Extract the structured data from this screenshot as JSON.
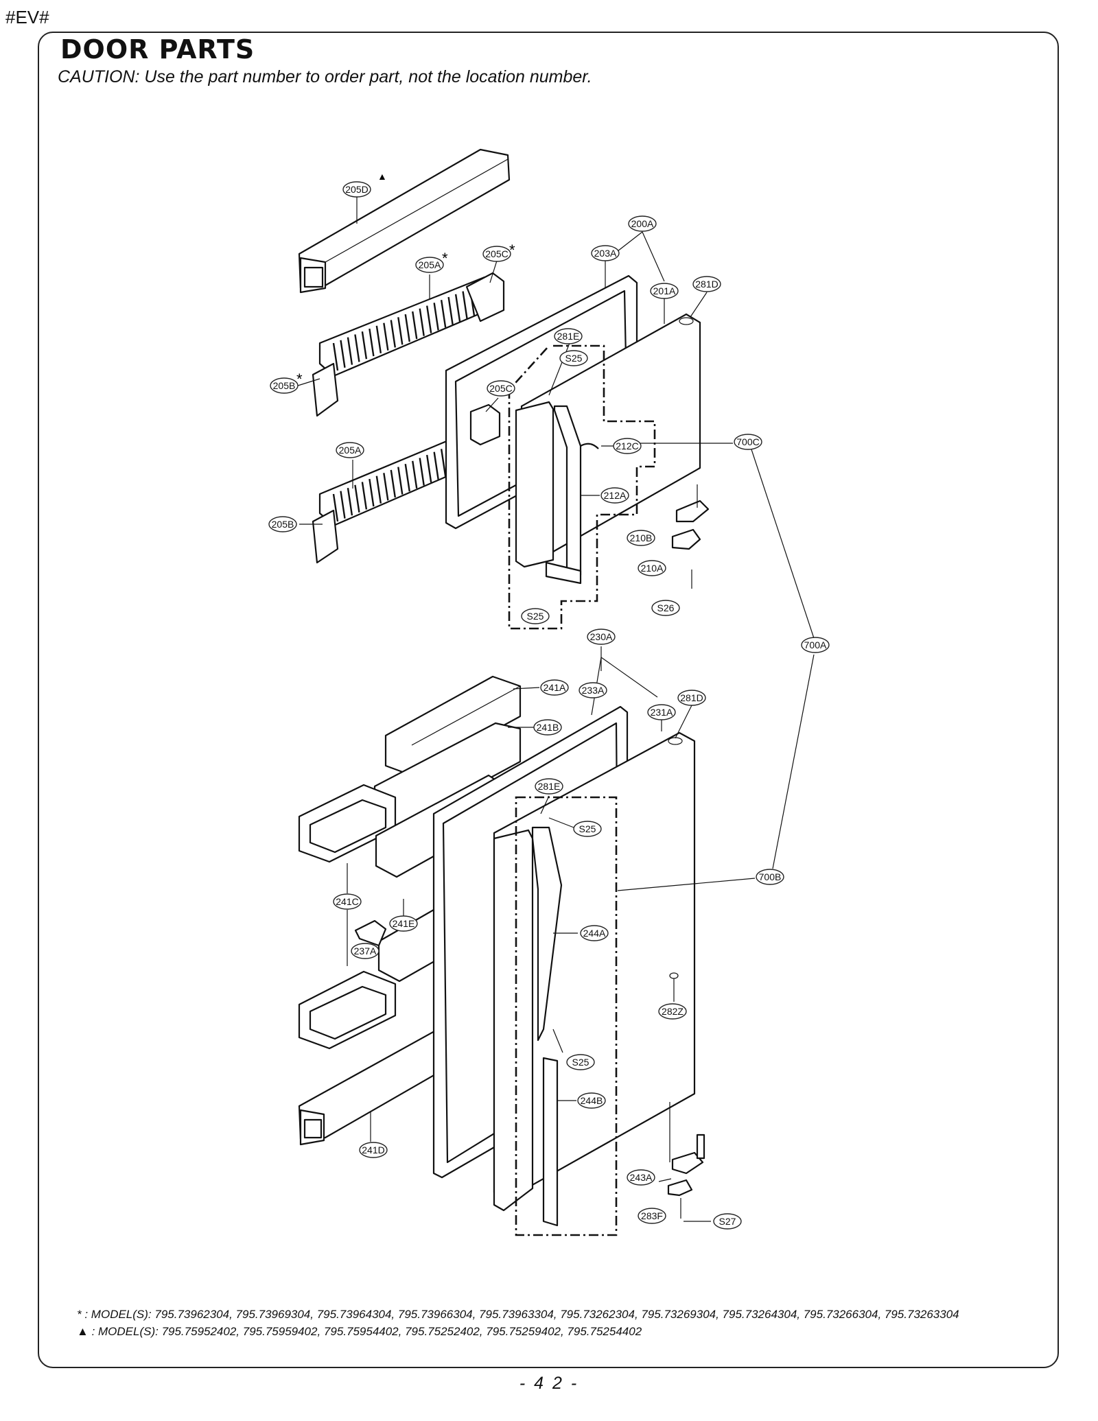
{
  "corner_tag": "#EV#",
  "title": "DOOR PARTS",
  "caution": "CAUTION: Use the part number to order part, not the location number.",
  "callouts": {
    "c205D": "205D",
    "c205A_top": "205A",
    "c205C_top": "205C",
    "c205B_top": "205B",
    "c205C_mid": "205C",
    "c205A_mid": "205A",
    "c205B_mid": "205B",
    "c200A": "200A",
    "c203A": "203A",
    "c201A": "201A",
    "c281D_top": "281D",
    "c281E_top": "281E",
    "cS25_top": "S25",
    "c212C": "212C",
    "c700C": "700C",
    "c212A": "212A",
    "c210B": "210B",
    "c210A": "210A",
    "cS26": "S26",
    "cS25_mid": "S25",
    "c230A": "230A",
    "c700A": "700A",
    "c241A": "241A",
    "c233A": "233A",
    "c281D_bot": "281D",
    "c231A": "231A",
    "c241B": "241B",
    "c281E_bot": "281E",
    "cS25_bot1": "S25",
    "c700B": "700B",
    "c241C": "241C",
    "c241E": "241E",
    "c237A": "237A",
    "c244A": "244A",
    "c282Z": "282Z",
    "cS25_bot2": "S25",
    "c244B": "244B",
    "c241D": "241D",
    "c243A": "243A",
    "c283F": "283F",
    "cS27": "S27"
  },
  "footnotes": {
    "star_symbol": "*",
    "star_text": ": MODEL(S): 795.73962304, 795.73969304, 795.73964304, 795.73966304, 795.73963304, 795.73262304, 795.73269304, 795.73264304, 795.73266304, 795.73263304",
    "triangle_symbol": "▲",
    "triangle_text": ": MODEL(S): 795.75952402, 795.75959402, 795.75954402, 795.75252402, 795.75259402, 795.75254402"
  },
  "page_number": "- 4 2 -"
}
